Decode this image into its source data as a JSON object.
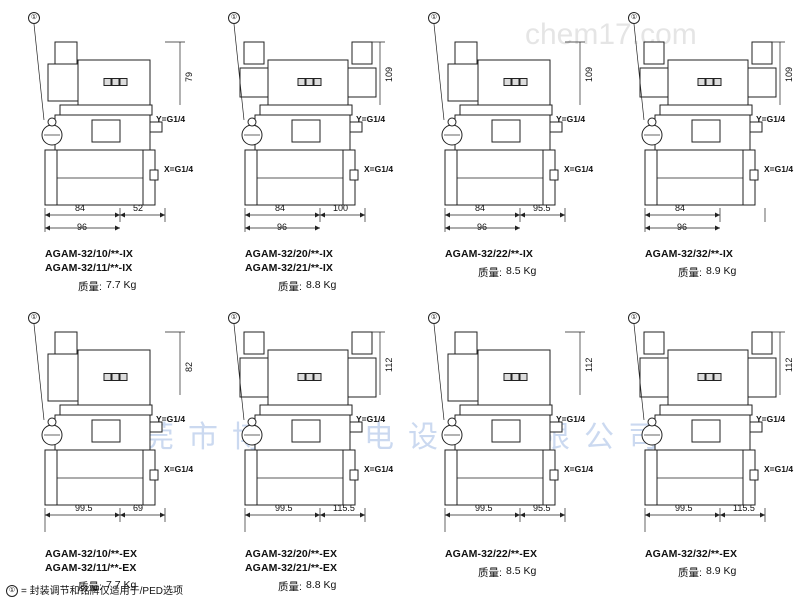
{
  "cells": [
    {
      "models": [
        "AGAM-32/10/**-IX",
        "AGAM-32/11/**-IX"
      ],
      "weight_label": "质量:",
      "weight": "7.7 Kg",
      "dim_left": "84",
      "dim_right": "52",
      "dim_bottom": "96",
      "height": "79",
      "port_y": "Y=G1/4",
      "port_x": "X=G1/4",
      "marker": "①"
    },
    {
      "models": [
        "AGAM-32/20/**-IX",
        "AGAM-32/21/**-IX"
      ],
      "weight_label": "质量:",
      "weight": "8.8 Kg",
      "dim_left": "84",
      "dim_right": "100",
      "dim_bottom": "96",
      "height": "109",
      "port_y": "Y=G1/4",
      "port_x": "X=G1/4",
      "marker": "①"
    },
    {
      "models": [
        "AGAM-32/22/**-IX"
      ],
      "weight_label": "质量:",
      "weight": "8.5 Kg",
      "dim_left": "84",
      "dim_right": "95.5",
      "dim_bottom": "96",
      "height": "109",
      "port_y": "Y=G1/4",
      "port_x": "X=G1/4",
      "marker": "①"
    },
    {
      "models": [
        "AGAM-32/32/**-IX"
      ],
      "weight_label": "质量:",
      "weight": "8.9 Kg",
      "dim_left": "84",
      "dim_right": "",
      "dim_bottom": "96",
      "height": "109",
      "port_y": "Y=G1/4",
      "port_x": "X=G1/4",
      "marker": "①"
    },
    {
      "models": [
        "AGAM-32/10/**-EX",
        "AGAM-32/11/**-EX"
      ],
      "weight_label": "质量:",
      "weight": "7.7 Kg",
      "dim_left": "99.5",
      "dim_right": "69",
      "dim_bottom": "",
      "height": "82",
      "port_y": "Y=G1/4",
      "port_x": "X=G1/4",
      "marker": "①"
    },
    {
      "models": [
        "AGAM-32/20/**-EX",
        "AGAM-32/21/**-EX"
      ],
      "weight_label": "质量:",
      "weight": "8.8 Kg",
      "dim_left": "99.5",
      "dim_right": "115.5",
      "dim_bottom": "",
      "height": "112",
      "port_y": "Y=G1/4",
      "port_x": "X=G1/4",
      "marker": "①"
    },
    {
      "models": [
        "AGAM-32/22/**-EX"
      ],
      "weight_label": "质量:",
      "weight": "8.5 Kg",
      "dim_left": "99.5",
      "dim_right": "95.5",
      "dim_bottom": "",
      "height": "112",
      "port_y": "Y=G1/4",
      "port_x": "X=G1/4",
      "marker": "①"
    },
    {
      "models": [
        "AGAM-32/32/**-EX"
      ],
      "weight_label": "质量:",
      "weight": "8.9 Kg",
      "dim_left": "99.5",
      "dim_right": "115.5",
      "dim_bottom": "",
      "height": "112",
      "port_y": "Y=G1/4",
      "port_x": "X=G1/4",
      "marker": "①"
    }
  ],
  "footnote": {
    "marker": "①",
    "text": "= 封装调节和铭牌仅适用于/PED选项"
  },
  "watermark": "东莞市博流机电设备有限公司",
  "watermark_url": "chem17.com"
}
